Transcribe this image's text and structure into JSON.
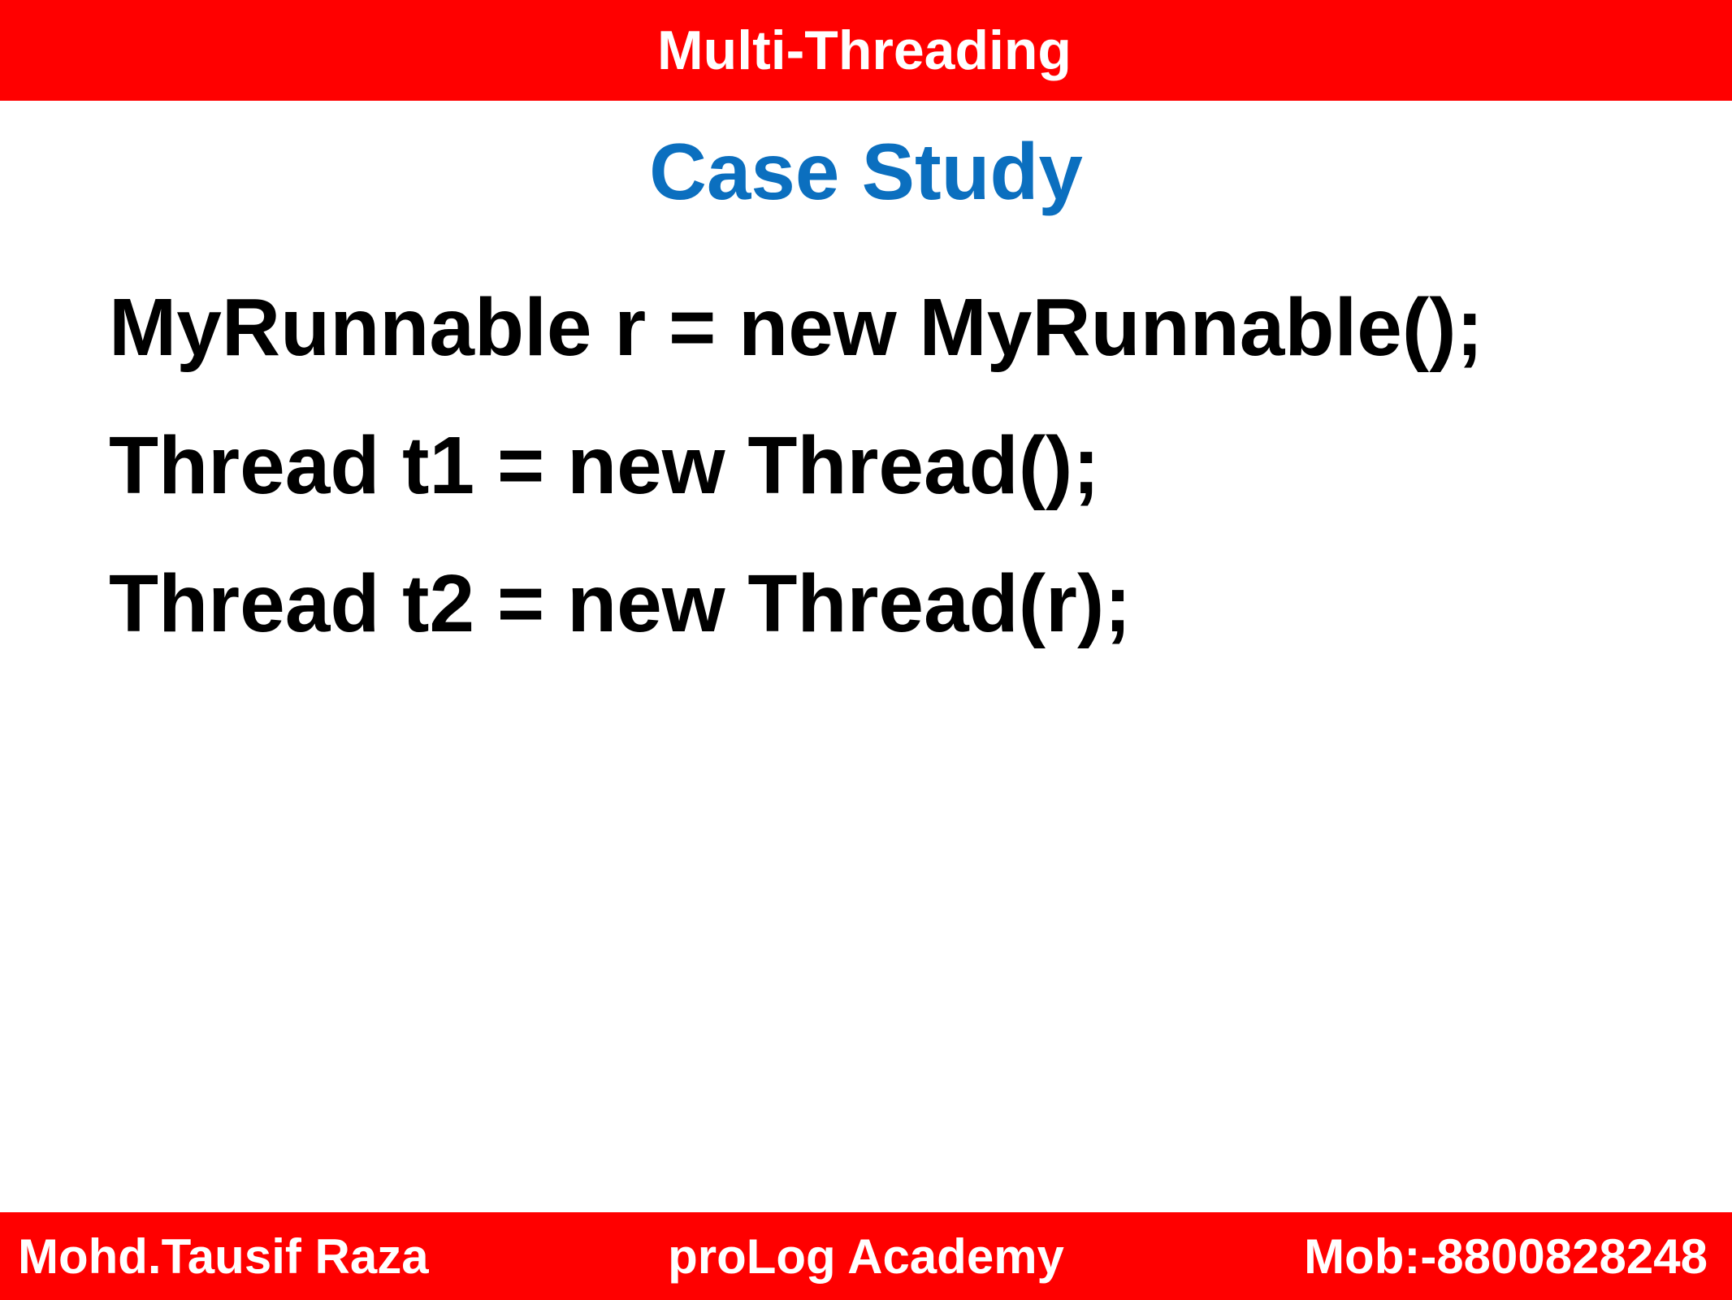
{
  "header": {
    "title": "Multi-Threading",
    "background_color": "#ff0000",
    "text_color": "#ffffff"
  },
  "slide": {
    "heading": "Case Study",
    "heading_color": "#0b6fbf",
    "code_lines": [
      "MyRunnable r = new MyRunnable();",
      "Thread t1 = new Thread();",
      "Thread t2 = new Thread(r);"
    ]
  },
  "footer": {
    "author": "Mohd.Tausif Raza",
    "organization": "proLog Academy",
    "contact": "Mob:-8800828248",
    "background_color": "#ff0000"
  }
}
